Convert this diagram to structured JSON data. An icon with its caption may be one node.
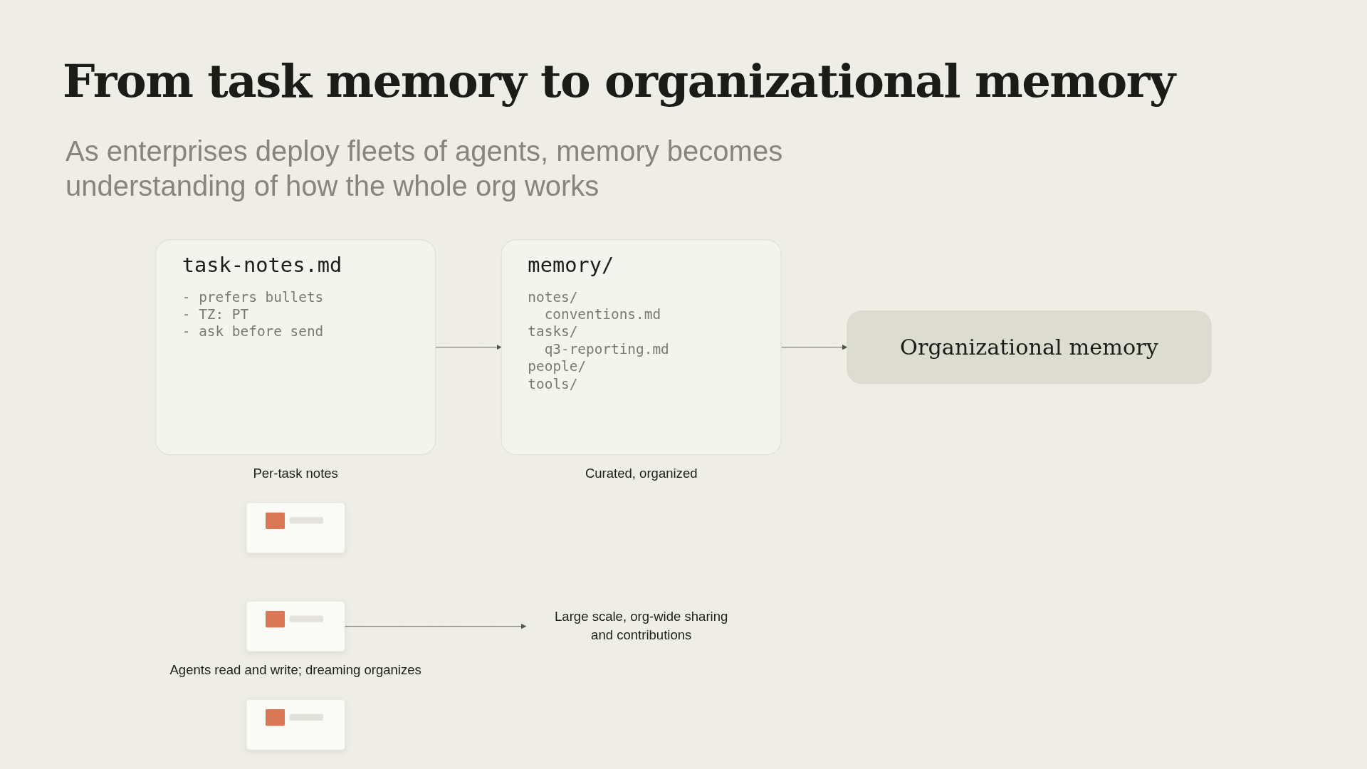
{
  "diagram": {
    "title": "From task memory to organizational memory",
    "caption": "As enterprises deploy fleets of agents, memory becomes understanding of how the whole org works",
    "nodes": [
      {
        "text": [
          "task-notes.md",
          "- prefers bullets",
          "- TZ: PT",
          "- ask before send"
        ],
        "beside": [
          "Per-task notes"
        ]
      },
      {
        "text": [
          "memory/",
          "notes/",
          "conventions.md",
          "tasks/",
          "q3-reporting.md",
          "people/",
          "tools/"
        ],
        "beside": [
          "Curated, organized"
        ]
      },
      {
        "text": [
          "Organizational memory"
        ]
      },
      {
        "text": [
          "Large scale, org-wide sharing and contributions"
        ]
      },
      {
        "text": [],
        "shape": "box"
      },
      {
        "text": [],
        "shape": "box",
        "beside": [
          "Agents read and write; dreaming organizes"
        ]
      },
      {
        "text": [],
        "shape": "box"
      }
    ],
    "edges": [
      {
        "from": 0,
        "to": 1,
        "arrow": "to"
      },
      {
        "from": 1,
        "to": 2,
        "arrow": "to"
      },
      {
        "from": 5,
        "to": 3,
        "arrow": "to"
      }
    ]
  }
}
